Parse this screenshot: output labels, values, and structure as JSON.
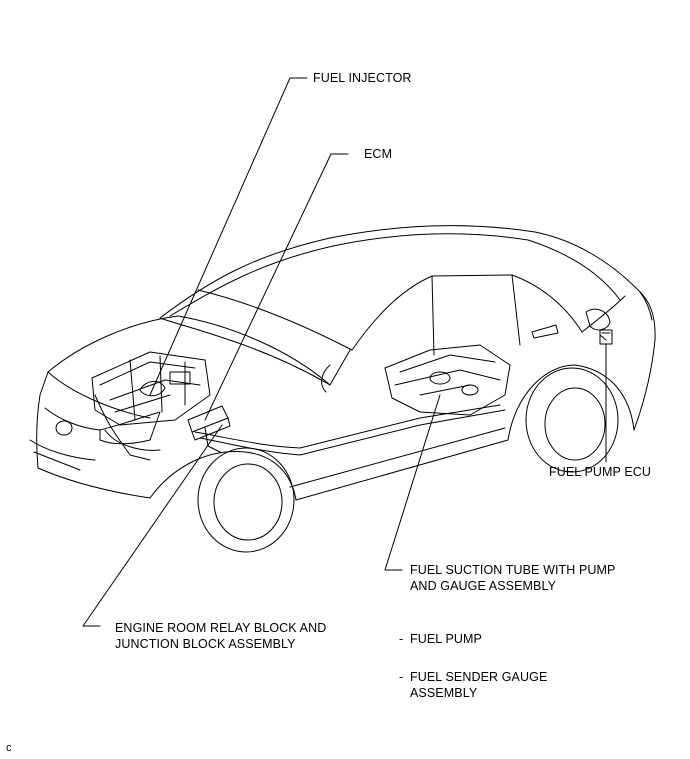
{
  "labels": {
    "fuel_injector": "FUEL INJECTOR",
    "ecm": "ECM",
    "fuel_pump_ecu": "FUEL PUMP ECU",
    "fuel_suction_line1": "FUEL SUCTION TUBE WITH PUMP",
    "fuel_suction_line2": "AND GAUGE ASSEMBLY",
    "engine_room_line1": "ENGINE ROOM RELAY BLOCK AND",
    "engine_room_line2": "JUNCTION BLOCK ASSEMBLY",
    "fuel_pump": "FUEL PUMP",
    "fuel_sender_line1": "FUEL SENDER GAUGE",
    "fuel_sender_line2": "ASSEMBLY",
    "bullet": "-",
    "corner_mark": "c"
  }
}
